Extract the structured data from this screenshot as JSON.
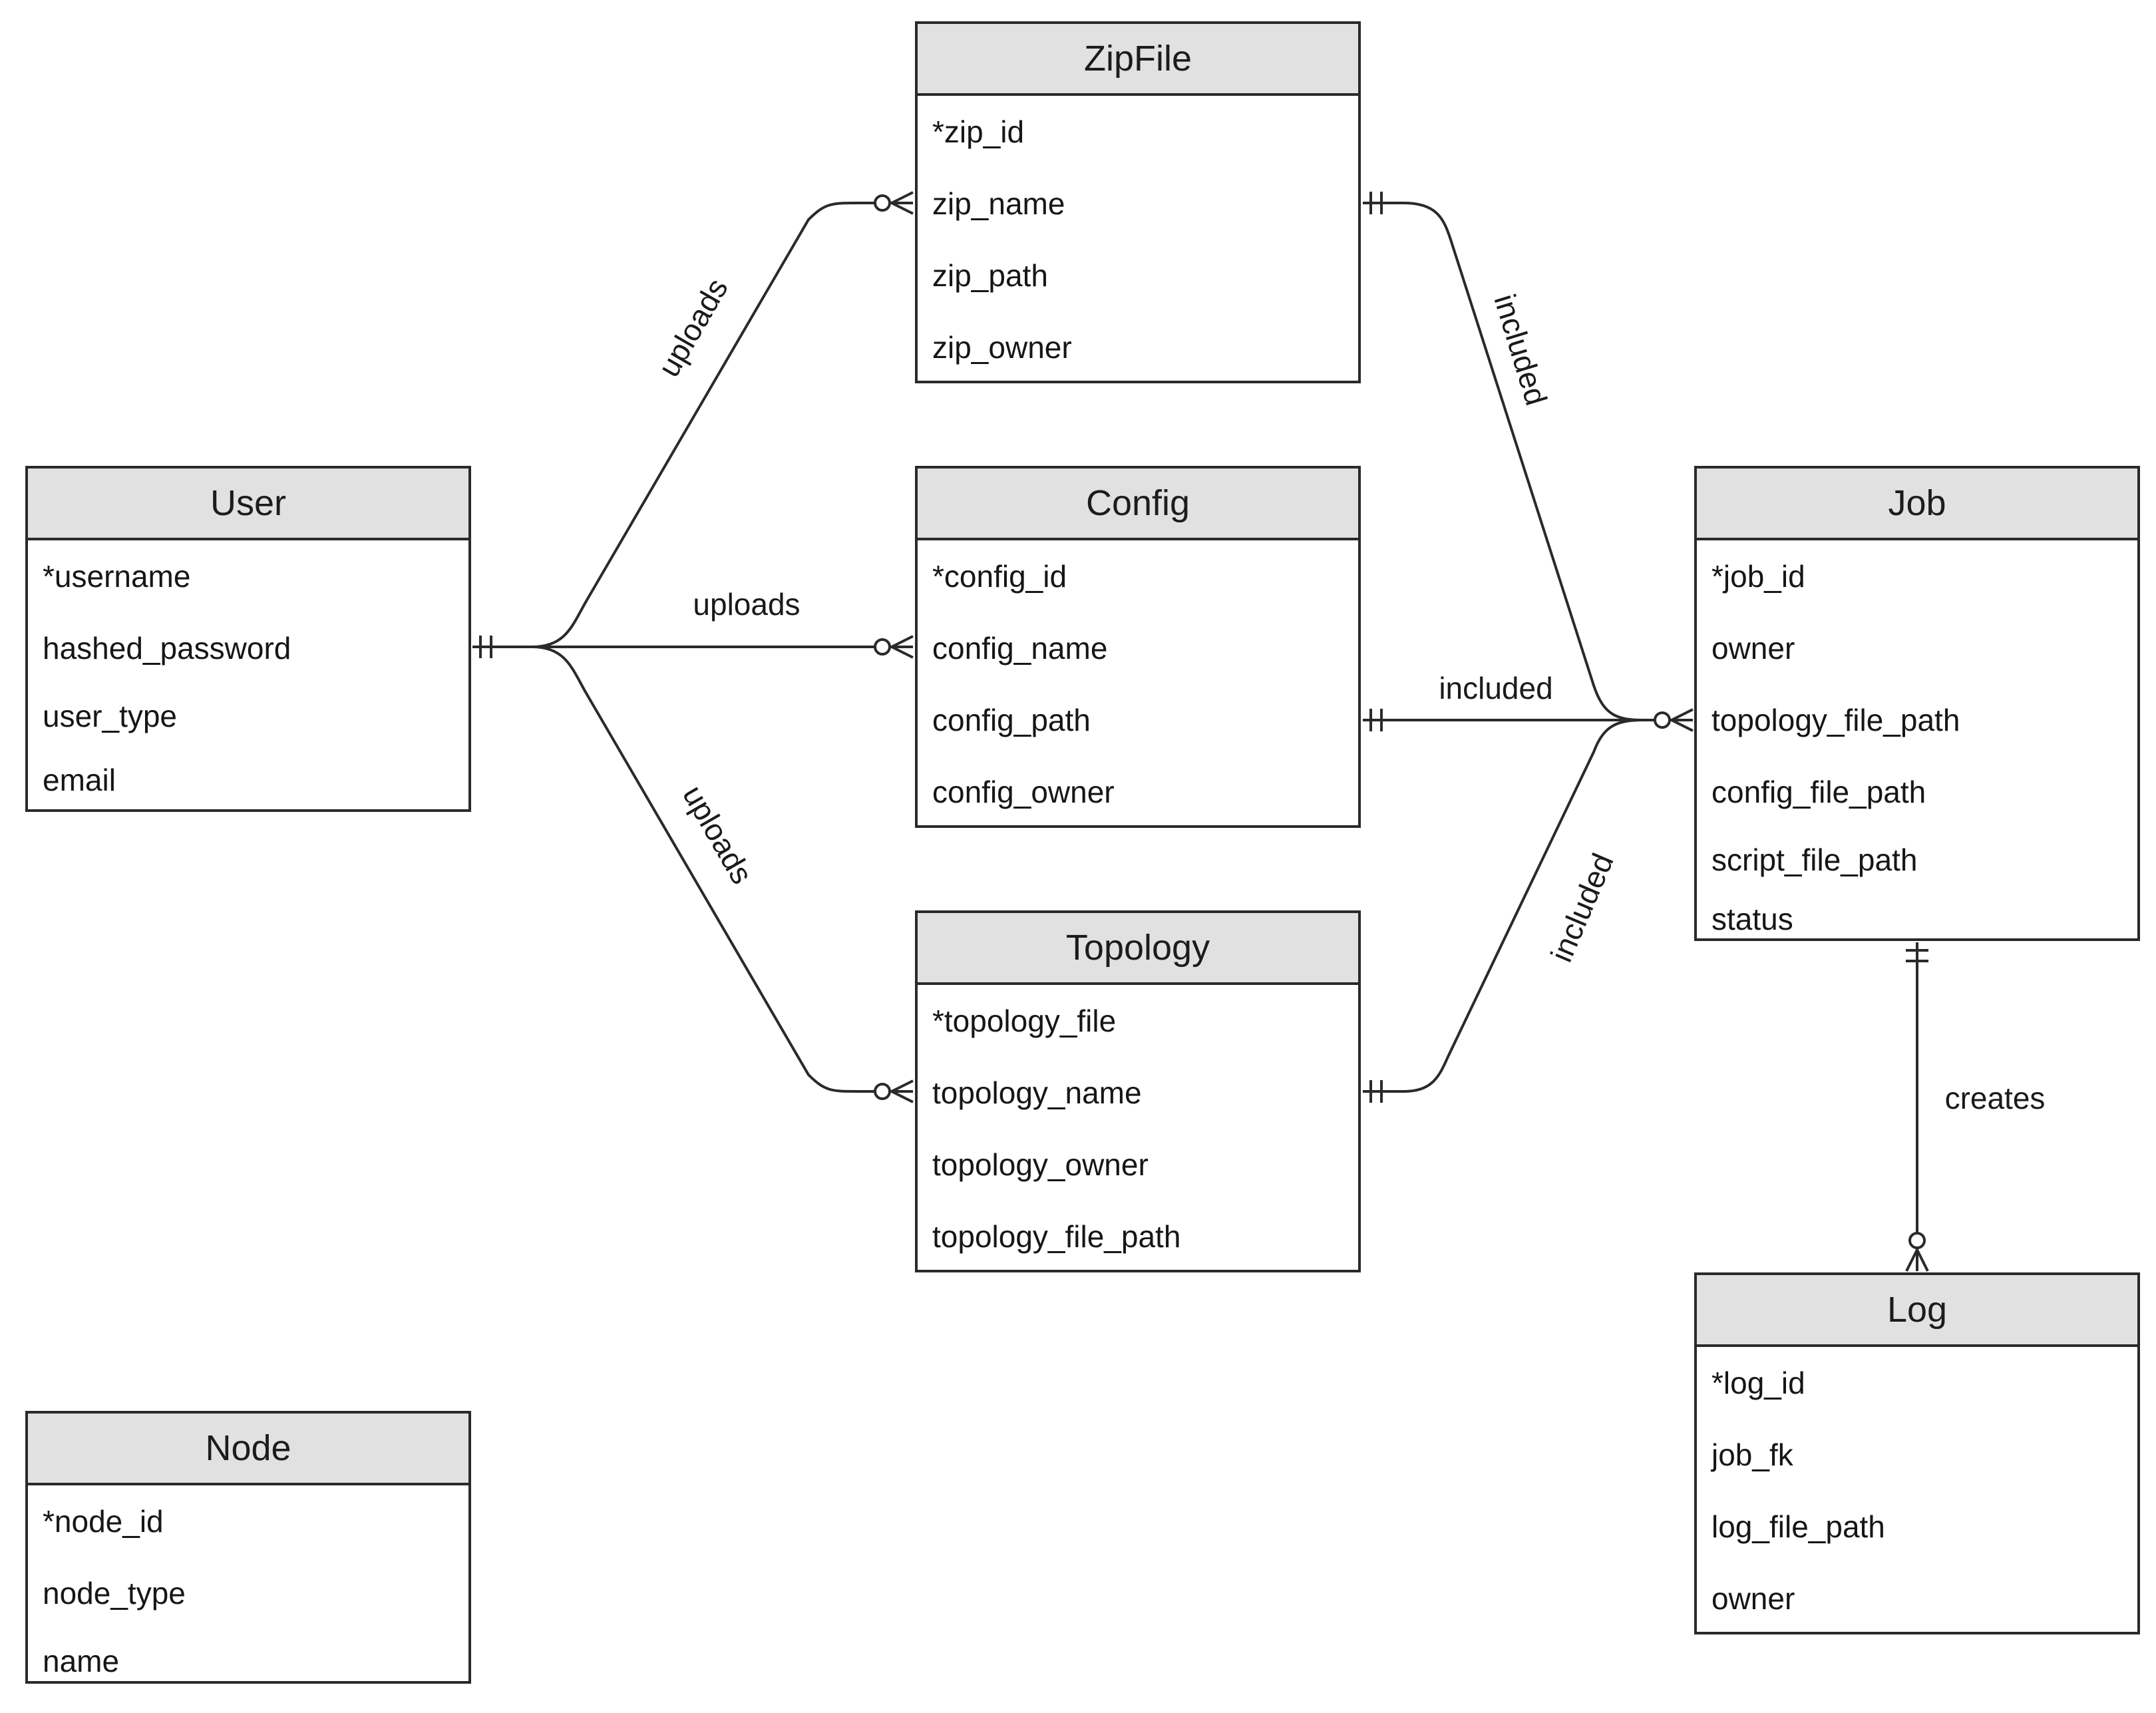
{
  "entities": {
    "zipfile": {
      "title": "ZipFile",
      "attributes": [
        "*zip_id",
        "zip_name",
        "zip_path",
        "zip_owner"
      ]
    },
    "user": {
      "title": "User",
      "attributes": [
        "*username",
        "hashed_password",
        "user_type",
        "email"
      ]
    },
    "config": {
      "title": "Config",
      "attributes": [
        "*config_id",
        "config_name",
        "config_path",
        "config_owner"
      ]
    },
    "job": {
      "title": "Job",
      "attributes": [
        "*job_id",
        "owner",
        "topology_file_path",
        "config_file_path",
        "script_file_path",
        "status"
      ]
    },
    "topology": {
      "title": "Topology",
      "attributes": [
        "*topology_file",
        "topology_name",
        "topology_owner",
        "topology_file_path"
      ]
    },
    "log": {
      "title": "Log",
      "attributes": [
        "*log_id",
        "job_fk",
        "log_file_path",
        "owner"
      ]
    },
    "node": {
      "title": "Node",
      "attributes": [
        "*node_id",
        "node_type",
        "name"
      ]
    }
  },
  "relationships": {
    "user_zipfile": {
      "label": "uploads",
      "from_cardinality": "one-and-only-one",
      "to_cardinality": "zero-or-many"
    },
    "user_config": {
      "label": "uploads",
      "from_cardinality": "one-and-only-one",
      "to_cardinality": "zero-or-many"
    },
    "user_topology": {
      "label": "uploads",
      "from_cardinality": "one-and-only-one",
      "to_cardinality": "zero-or-many"
    },
    "zipfile_job": {
      "label": "included",
      "from_cardinality": "one-and-only-one",
      "to_cardinality": "zero-or-many"
    },
    "config_job": {
      "label": "included",
      "from_cardinality": "one-and-only-one",
      "to_cardinality": "zero-or-many"
    },
    "topology_job": {
      "label": "included",
      "from_cardinality": "one-and-only-one",
      "to_cardinality": "zero-or-many"
    },
    "job_log": {
      "label": "creates",
      "from_cardinality": "one-and-only-one",
      "to_cardinality": "zero-or-many"
    }
  },
  "colors": {
    "line": "#2a2a2a",
    "header_fill": "#e1e1e1",
    "background": "#ffffff"
  }
}
